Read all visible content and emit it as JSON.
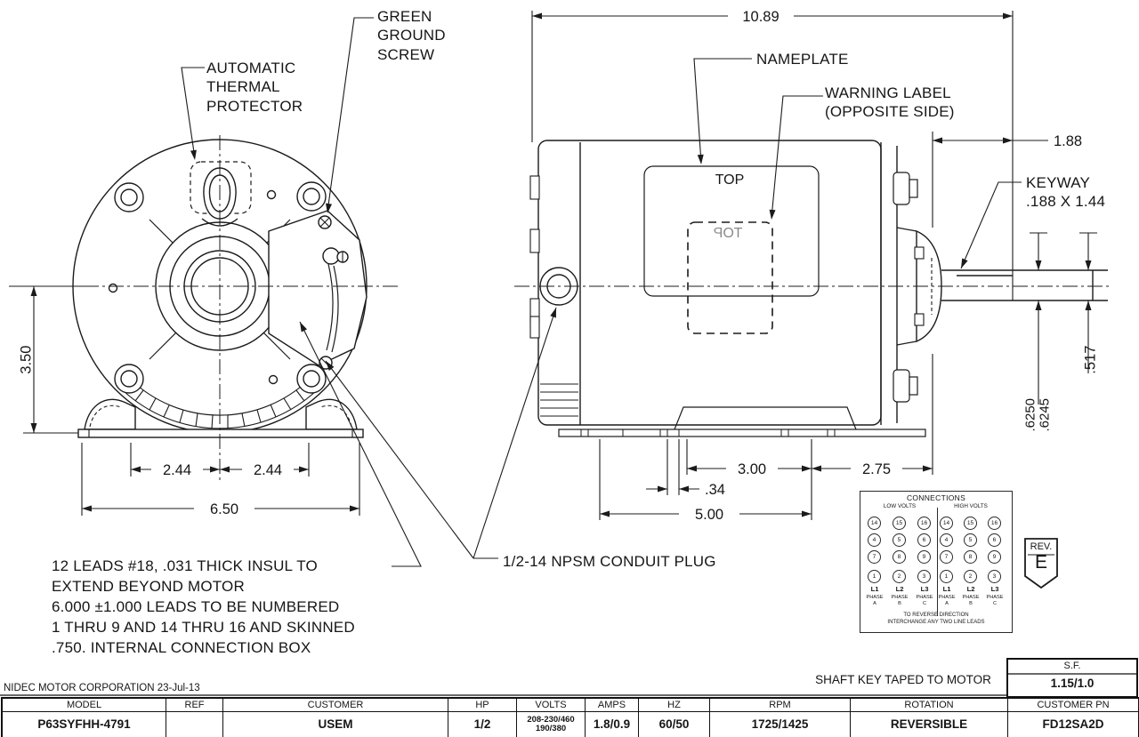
{
  "front_view": {
    "labels": {
      "thermal_protector": "AUTOMATIC\nTHERMAL\nPROTECTOR",
      "ground_screw": "GREEN\nGROUND\nSCREW"
    },
    "dims": {
      "center_height": "3.50",
      "bolt_span_left": "2.44",
      "bolt_span_right": "2.44",
      "base_width": "6.50"
    }
  },
  "side_view": {
    "labels": {
      "nameplate": "NAMEPLATE",
      "warning": "WARNING LABEL\n(OPPOSITE SIDE)",
      "top": "TOP",
      "top_mirrored": "TOP",
      "keyway": "KEYWAY\n.188 X 1.44",
      "conduit": "1/2-14 NPSM CONDUIT PLUG"
    },
    "dims": {
      "overall_length": "10.89",
      "shaft_extension": "1.88",
      "keyway_flat": ".517",
      "shaft_diameter": ".6250\n.6245",
      "foot_rear": "3.00",
      "foot_to_face": "2.75",
      "slot_width": ".34",
      "foot_span": "5.00"
    }
  },
  "notes": "12 LEADS #18, .031 THICK INSUL TO\nEXTEND BEYOND MOTOR\n6.000 ±1.000 LEADS TO BE NUMBERED\n1 THRU 9 AND 14 THRU 16 AND SKINNED\n.750. INTERNAL CONNECTION BOX",
  "connections": {
    "title": "CONNECTIONS",
    "low_header": "LOW VOLTS",
    "high_header": "HIGH VOLTS",
    "rows": [
      [
        "14",
        "15",
        "16"
      ],
      [
        "4",
        "5",
        "6"
      ],
      [
        "7",
        "8",
        "9"
      ],
      [
        "1",
        "2",
        "3"
      ]
    ],
    "lines": [
      "L1",
      "L2",
      "L3"
    ],
    "phases": [
      "PHASE\nA",
      "PHASE\nB",
      "PHASE\nC"
    ],
    "footer1": "TO REVERSE DIRECTION",
    "footer2": "INTERCHANGE ANY TWO LINE LEADS"
  },
  "rev": {
    "label": "REV.",
    "value": "E"
  },
  "title_block": {
    "company_line": "NIDEC MOTOR CORPORATION 23-Jul-13",
    "shaft_note": "SHAFT KEY TAPED TO MOTOR",
    "sf_label": "S.F.",
    "sf_value": "1.15/1.0",
    "columns": [
      "MODEL",
      "REF",
      "CUSTOMER",
      "HP",
      "VOLTS",
      "AMPS",
      "HZ",
      "RPM",
      "ROTATION",
      "CUSTOMER PN"
    ],
    "values": [
      "P63SYFHH-4791",
      "",
      "USEM",
      "1/2",
      "208-230/460\n190/380",
      "1.8/0.9",
      "60/50",
      "1725/1425",
      "REVERSIBLE",
      "FD12SA2D"
    ]
  }
}
